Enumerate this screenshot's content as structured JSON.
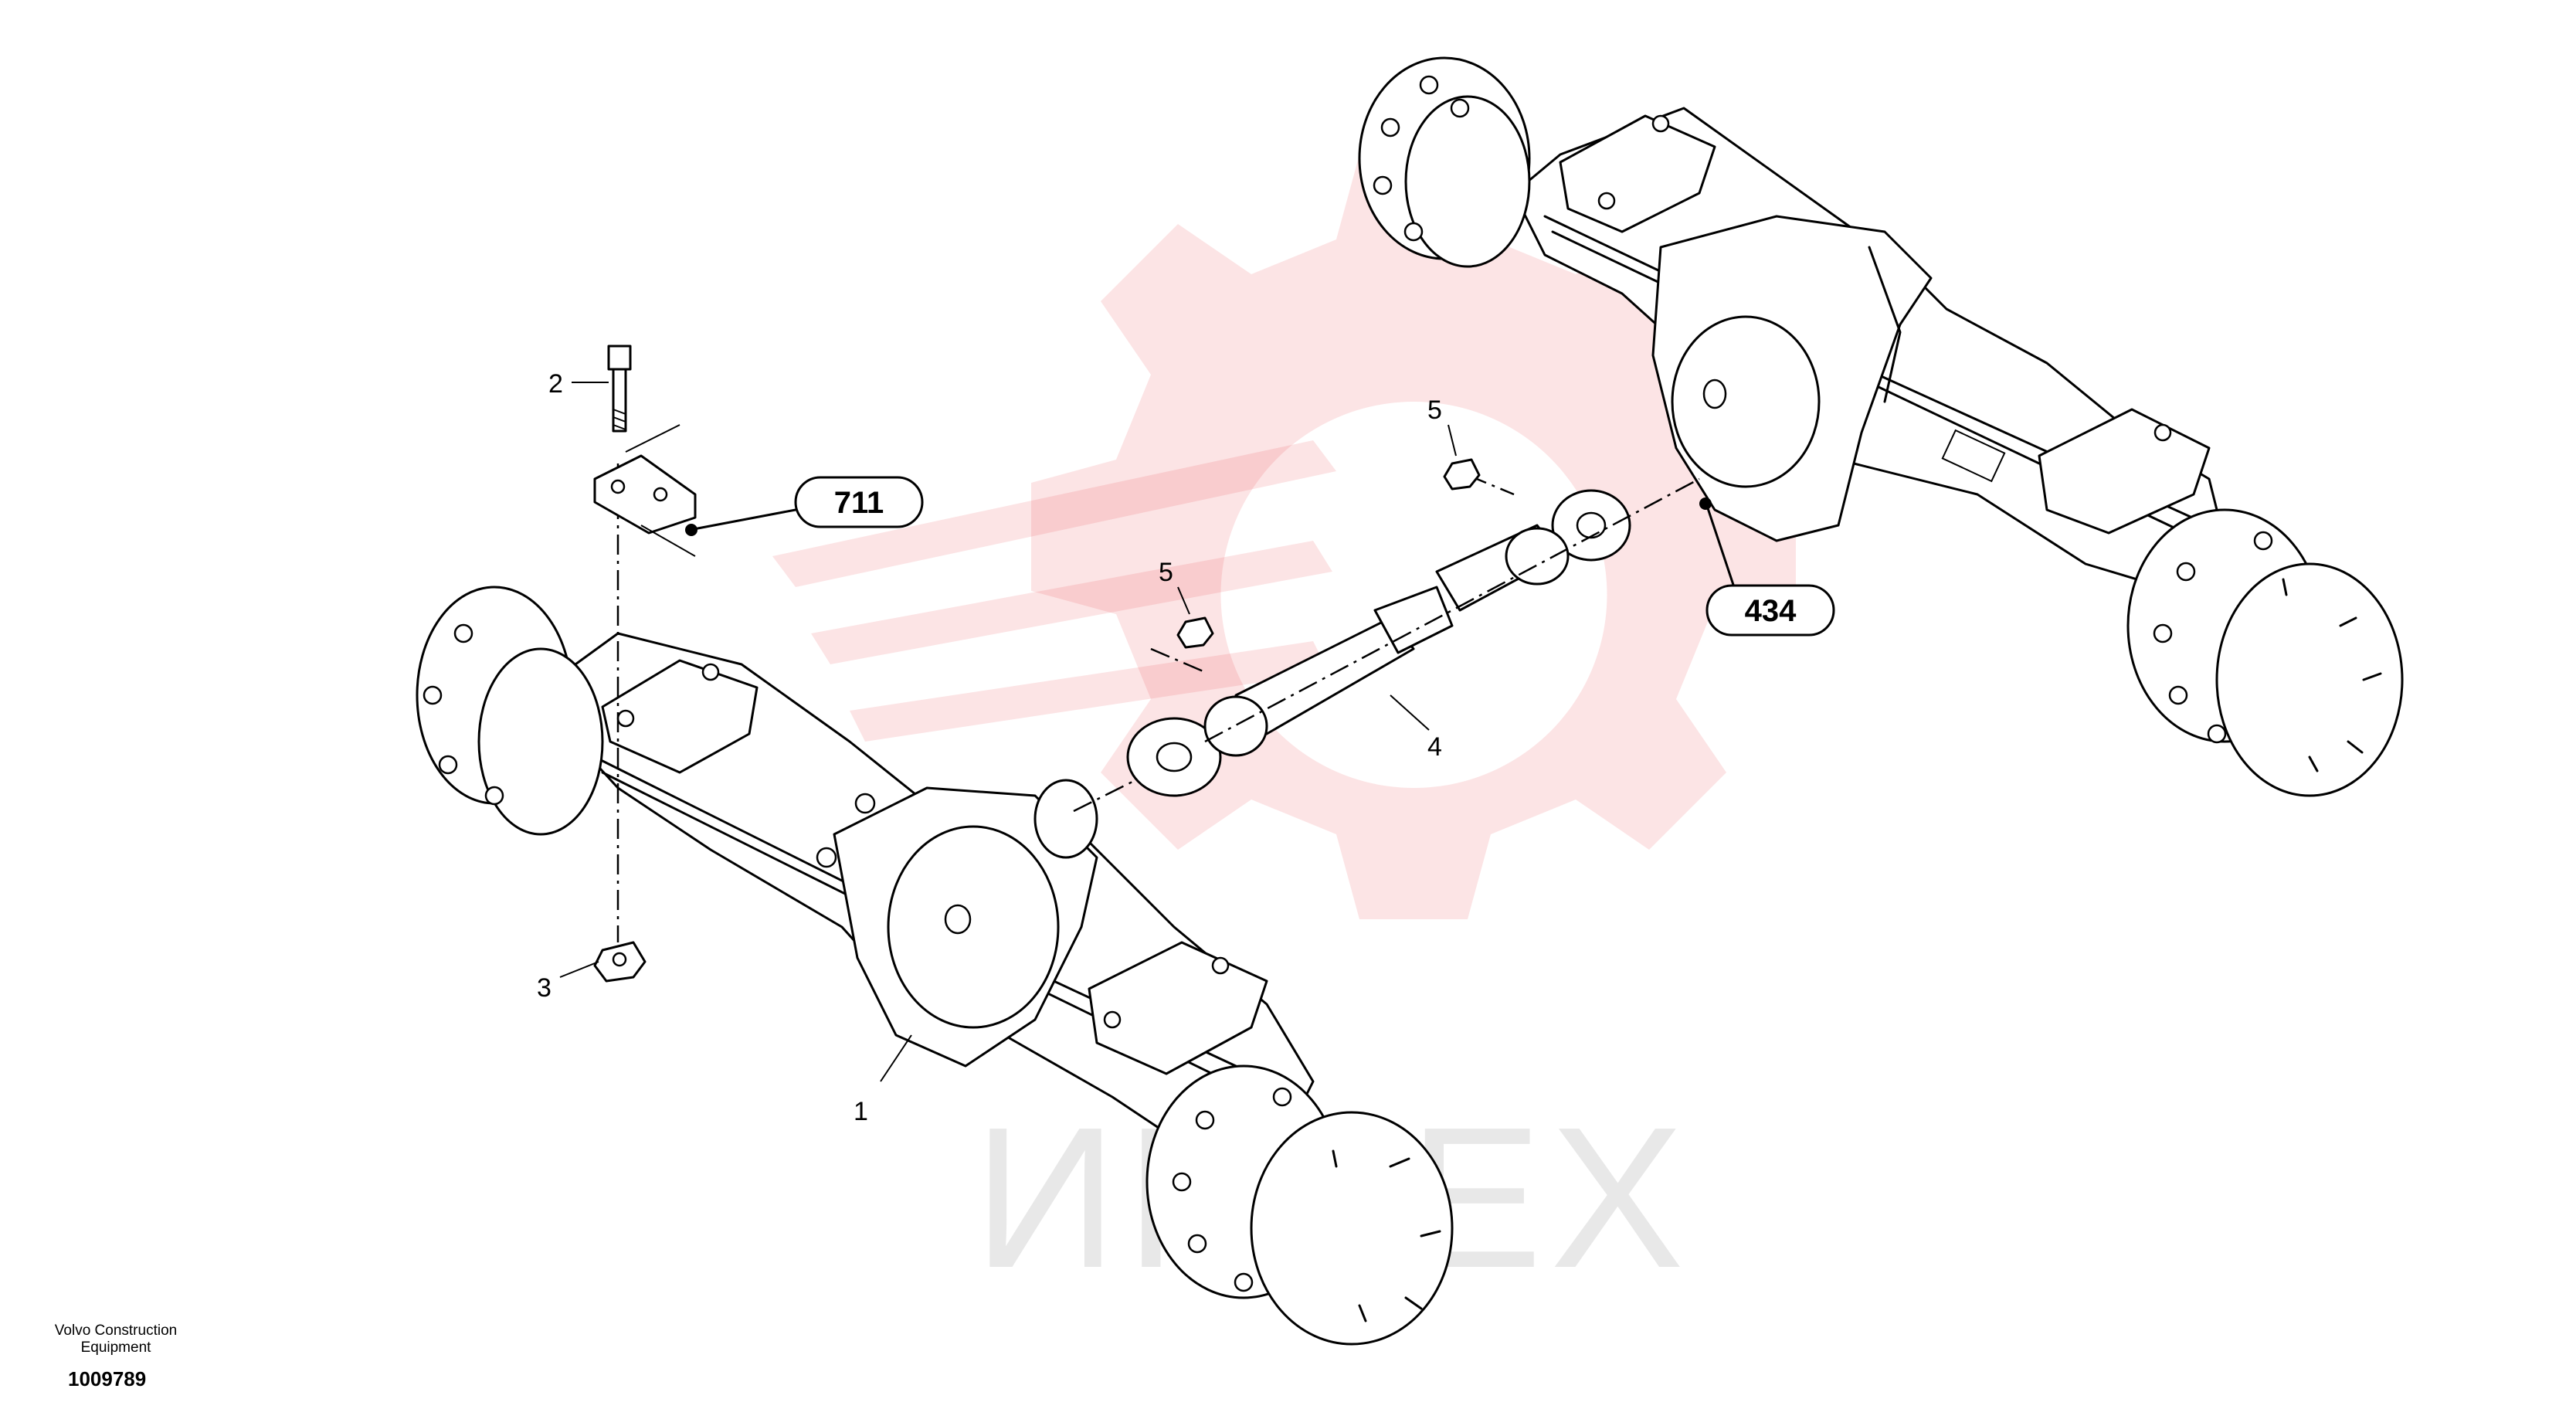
{
  "callouts": {
    "item_1": "1",
    "item_2": "2",
    "item_3": "3",
    "item_4": "4",
    "item_5a": "5",
    "item_5b": "5"
  },
  "references": {
    "ref_711": "711",
    "ref_434": "434"
  },
  "watermark_text": "ИНТЕХ",
  "footer": {
    "company_line1": "Volvo Construction",
    "company_line2": "Equipment",
    "drawing_number": "1009789"
  },
  "colors": {
    "watermark": "#e8242a",
    "line": "#000000"
  }
}
